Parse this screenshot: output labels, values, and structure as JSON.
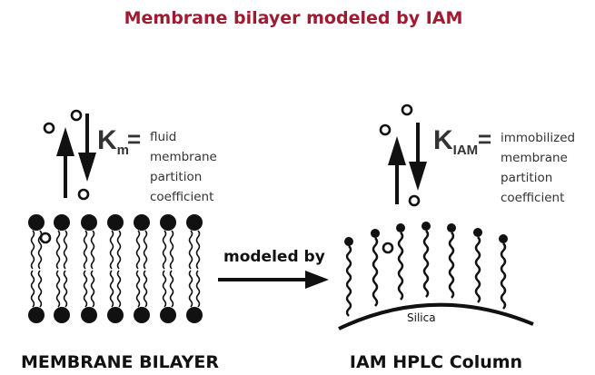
{
  "title": "Membrane bilayer modeled by IAM",
  "left": {
    "k_symbol": "K",
    "k_subscript": "m",
    "equals": "=",
    "description": [
      "fluid",
      "membrane",
      "partition",
      "coefficient"
    ],
    "label": "MEMBRANE BILAYER"
  },
  "right": {
    "k_symbol": "K",
    "k_subscript": "IAM",
    "equals": "=",
    "description": [
      "immobilized",
      "membrane",
      "partition",
      "coefficient"
    ],
    "support_label": "Silica",
    "label": "IAM HPLC Column"
  },
  "connector_label": "modeled by",
  "colors": {
    "title": "#9e1b32",
    "ink": "#111111",
    "text": "#333333"
  }
}
